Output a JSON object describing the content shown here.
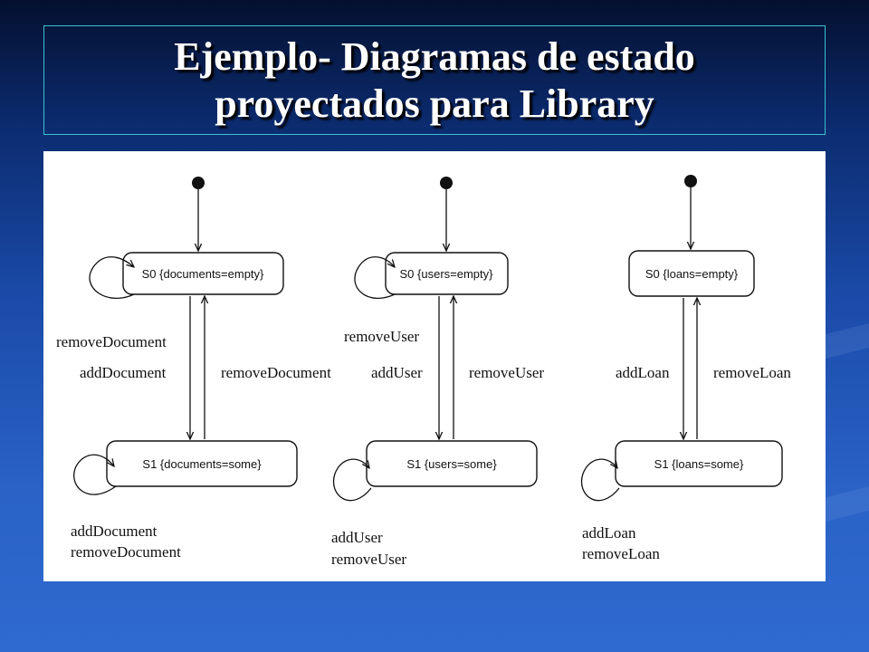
{
  "slide": {
    "title_line1": "Ejemplo- Diagramas de estado",
    "title_line2": "proyectados para Library"
  },
  "diagrams": [
    {
      "s0": "S0 {documents=empty}",
      "s1": "S1 {documents=some}",
      "s0_self": "removeDocument",
      "down": "addDocument",
      "up": "removeDocument",
      "s1_self_1": "addDocument",
      "s1_self_2": "removeDocument"
    },
    {
      "s0": "S0 {users=empty}",
      "s1": "S1 {users=some}",
      "s0_self": "removeUser",
      "down": "addUser",
      "up": "removeUser",
      "s1_self_1": "addUser",
      "s1_self_2": "removeUser"
    },
    {
      "s0": "S0 {loans=empty}",
      "s1": "S1 {loans=some}",
      "s0_self": "",
      "down": "addLoan",
      "up": "removeLoan",
      "s1_self_1": "addLoan",
      "s1_self_2": "removeLoan"
    }
  ]
}
